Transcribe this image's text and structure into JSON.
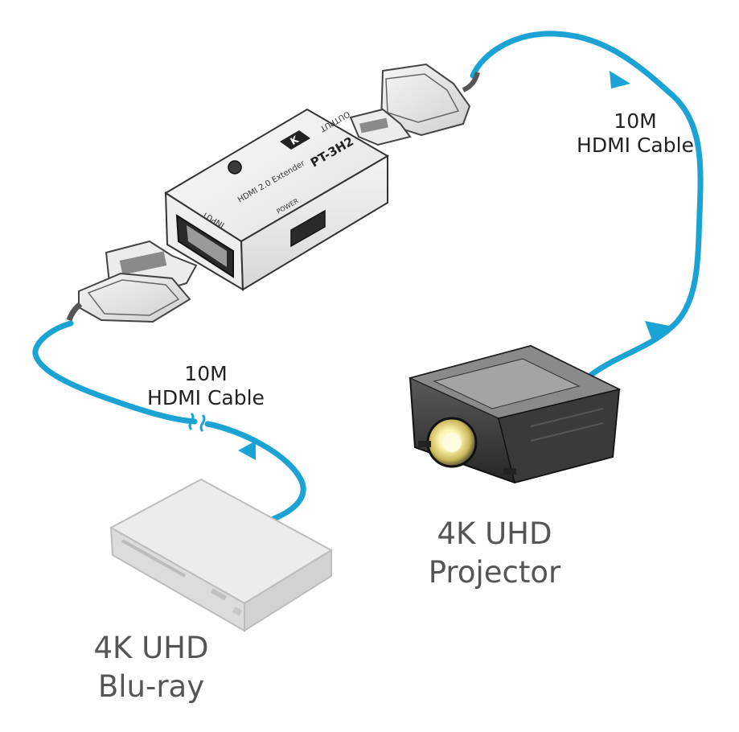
{
  "extender": {
    "model": "PT-3H2",
    "subtitle": "HDMI 2.0 Extender",
    "input_label": "INPUT",
    "output_label": "OUTPUT",
    "power_label": "POWER",
    "logo_letter": "K"
  },
  "cables": {
    "output_cable": {
      "length": "10M",
      "type": "HDMI Cable"
    },
    "input_cable": {
      "length": "10M",
      "type": "HDMI Cable"
    }
  },
  "devices": {
    "projector": {
      "line1": "4K UHD",
      "line2": "Projector"
    },
    "bluray": {
      "line1": "4K UHD",
      "line2": "Blu-ray"
    }
  },
  "colors": {
    "cable": "#1aa3d4",
    "device_light": "#e6e6e6",
    "device_dark": "#2b2b2b"
  }
}
